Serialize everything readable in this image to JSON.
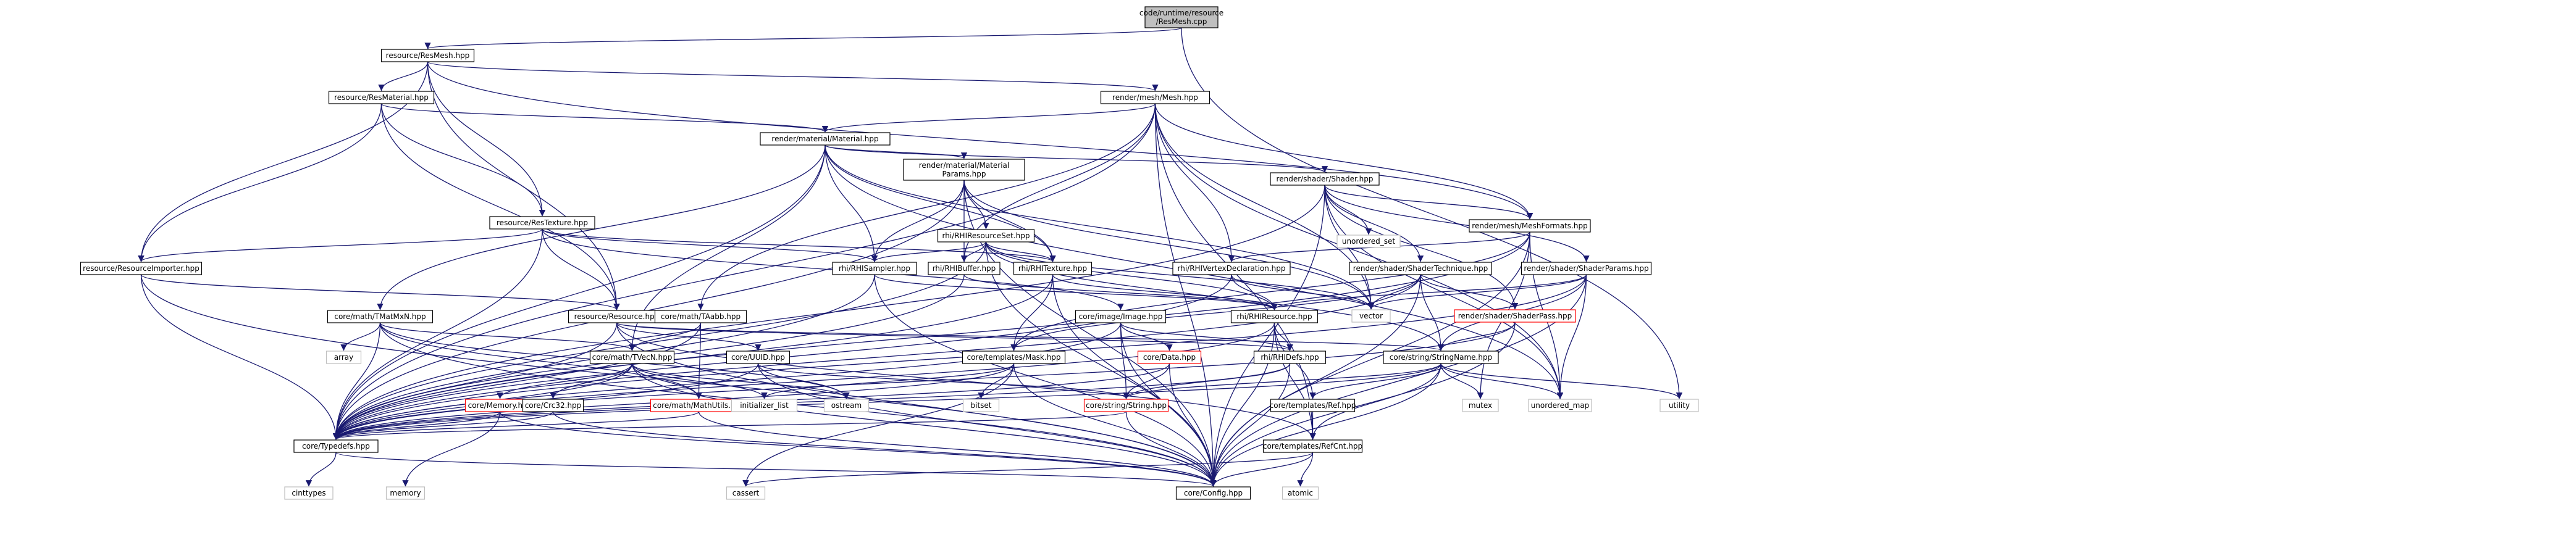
{
  "colors": {
    "edge": "#191970",
    "node_border": "#000000",
    "node_fill": "#ffffff",
    "root_fill": "#bfbfbf",
    "missing_border": "#bfbfbf",
    "red_border": "#ff0000"
  },
  "nodes": {
    "root": {
      "lines": [
        "code/runtime/resource",
        "/ResMesh.cpp"
      ],
      "style": "root"
    },
    "resmesh": {
      "lines": [
        "resource/ResMesh.hpp"
      ],
      "style": "normal"
    },
    "resmaterial": {
      "lines": [
        "resource/ResMaterial.hpp"
      ],
      "style": "normal"
    },
    "mesh": {
      "lines": [
        "render/mesh/Mesh.hpp"
      ],
      "style": "normal"
    },
    "material": {
      "lines": [
        "render/material/Material.hpp"
      ],
      "style": "normal"
    },
    "restexture": {
      "lines": [
        "resource/ResTexture.hpp"
      ],
      "style": "normal"
    },
    "matparams": {
      "lines": [
        "render/material/Material",
        "Params.hpp"
      ],
      "style": "normal"
    },
    "shader": {
      "lines": [
        "render/shader/Shader.hpp"
      ],
      "style": "normal"
    },
    "unordered_set": {
      "lines": [
        "unordered_set"
      ],
      "style": "missing"
    },
    "meshformats": {
      "lines": [
        "render/mesh/MeshFormats.hpp"
      ],
      "style": "normal"
    },
    "rhiresset": {
      "lines": [
        "rhi/RHIResourceSet.hpp"
      ],
      "style": "normal"
    },
    "resimporter": {
      "lines": [
        "resource/ResourceImporter.hpp"
      ],
      "style": "normal"
    },
    "rhisampler": {
      "lines": [
        "rhi/RHISampler.hpp"
      ],
      "style": "normal"
    },
    "rhibuffer": {
      "lines": [
        "rhi/RHIBuffer.hpp"
      ],
      "style": "normal"
    },
    "rhitexture": {
      "lines": [
        "rhi/RHITexture.hpp"
      ],
      "style": "normal"
    },
    "rhivertexdecl": {
      "lines": [
        "rhi/RHIVertexDeclaration.hpp"
      ],
      "style": "normal"
    },
    "shadertech": {
      "lines": [
        "render/shader/ShaderTechnique.hpp"
      ],
      "style": "normal"
    },
    "shaderparams": {
      "lines": [
        "render/shader/ShaderParams.hpp"
      ],
      "style": "normal"
    },
    "vector": {
      "lines": [
        "vector"
      ],
      "style": "missing"
    },
    "shaderpass": {
      "lines": [
        "render/shader/ShaderPass.hpp"
      ],
      "style": "red"
    },
    "tmatmn": {
      "lines": [
        "core/math/TMatMxN.hpp"
      ],
      "style": "normal"
    },
    "resource": {
      "lines": [
        "resource/Resource.hpp"
      ],
      "style": "normal"
    },
    "taabb": {
      "lines": [
        "core/math/TAabb.hpp"
      ],
      "style": "normal"
    },
    "image": {
      "lines": [
        "core/image/Image.hpp"
      ],
      "style": "normal"
    },
    "rhiresource": {
      "lines": [
        "rhi/RHIResource.hpp"
      ],
      "style": "normal"
    },
    "array": {
      "lines": [
        "array"
      ],
      "style": "missing"
    },
    "tvecn": {
      "lines": [
        "core/math/TVecN.hpp"
      ],
      "style": "normal"
    },
    "uuid": {
      "lines": [
        "core/UUID.hpp"
      ],
      "style": "normal"
    },
    "mask": {
      "lines": [
        "core/templates/Mask.hpp"
      ],
      "style": "normal"
    },
    "data": {
      "lines": [
        "core/Data.hpp"
      ],
      "style": "red"
    },
    "rhidefs": {
      "lines": [
        "rhi/RHIDefs.hpp"
      ],
      "style": "normal"
    },
    "stringname": {
      "lines": [
        "core/string/StringName.hpp"
      ],
      "style": "normal"
    },
    "memory_hpp": {
      "lines": [
        "core/Memory.hpp"
      ],
      "style": "red"
    },
    "crc32": {
      "lines": [
        "core/Crc32.hpp"
      ],
      "style": "normal"
    },
    "mathutils": {
      "lines": [
        "core/math/MathUtils.hpp"
      ],
      "style": "red"
    },
    "initializer_list": {
      "lines": [
        "initializer_list"
      ],
      "style": "missing"
    },
    "ostream": {
      "lines": [
        "ostream"
      ],
      "style": "missing"
    },
    "bitset": {
      "lines": [
        "bitset"
      ],
      "style": "missing"
    },
    "string": {
      "lines": [
        "core/string/String.hpp"
      ],
      "style": "red"
    },
    "ref": {
      "lines": [
        "core/templates/Ref.hpp"
      ],
      "style": "normal"
    },
    "mutex": {
      "lines": [
        "mutex"
      ],
      "style": "missing"
    },
    "unordered_map": {
      "lines": [
        "unordered_map"
      ],
      "style": "missing"
    },
    "utility": {
      "lines": [
        "utility"
      ],
      "style": "missing"
    },
    "typedefs": {
      "lines": [
        "core/Typedefs.hpp"
      ],
      "style": "normal"
    },
    "refcnt": {
      "lines": [
        "core/templates/RefCnt.hpp"
      ],
      "style": "normal"
    },
    "cinttypes": {
      "lines": [
        "cinttypes"
      ],
      "style": "missing"
    },
    "memory_std": {
      "lines": [
        "memory"
      ],
      "style": "missing"
    },
    "cassert": {
      "lines": [
        "cassert"
      ],
      "style": "missing"
    },
    "config": {
      "lines": [
        "core/Config.hpp"
      ],
      "style": "normal"
    },
    "atomic": {
      "lines": [
        "atomic"
      ],
      "style": "missing"
    }
  },
  "edges": [
    [
      "root",
      "resmesh"
    ],
    [
      "root",
      "utility"
    ],
    [
      "resmesh",
      "resmaterial"
    ],
    [
      "resmesh",
      "mesh"
    ],
    [
      "resmesh",
      "restexture"
    ],
    [
      "resmesh",
      "resimporter"
    ],
    [
      "resmesh",
      "resource"
    ],
    [
      "resmesh",
      "meshformats"
    ],
    [
      "resmaterial",
      "material"
    ],
    [
      "resmaterial",
      "restexture"
    ],
    [
      "resmaterial",
      "resimporter"
    ],
    [
      "resmaterial",
      "resource"
    ],
    [
      "mesh",
      "material"
    ],
    [
      "mesh",
      "meshformats"
    ],
    [
      "mesh",
      "rhivertexdecl"
    ],
    [
      "mesh",
      "rhibuffer"
    ],
    [
      "mesh",
      "taabb"
    ],
    [
      "mesh",
      "vector"
    ],
    [
      "mesh",
      "unordered_map"
    ],
    [
      "mesh",
      "refcnt"
    ],
    [
      "mesh",
      "typedefs"
    ],
    [
      "mesh",
      "config"
    ],
    [
      "material",
      "matparams"
    ],
    [
      "material",
      "shader"
    ],
    [
      "material",
      "rhitexture"
    ],
    [
      "material",
      "rhisampler"
    ],
    [
      "material",
      "tmatmn"
    ],
    [
      "material",
      "tvecn"
    ],
    [
      "material",
      "vector"
    ],
    [
      "material",
      "unordered_map"
    ],
    [
      "material",
      "typedefs"
    ],
    [
      "restexture",
      "rhitexture"
    ],
    [
      "restexture",
      "rhisampler"
    ],
    [
      "restexture",
      "resimporter"
    ],
    [
      "restexture",
      "resource"
    ],
    [
      "restexture",
      "image"
    ],
    [
      "restexture",
      "typedefs"
    ],
    [
      "matparams",
      "rhiresset"
    ],
    [
      "matparams",
      "rhibuffer"
    ],
    [
      "matparams",
      "rhitexture"
    ],
    [
      "matparams",
      "rhisampler"
    ],
    [
      "matparams",
      "vector"
    ],
    [
      "matparams",
      "config"
    ],
    [
      "matparams",
      "typedefs"
    ],
    [
      "shader",
      "unordered_set"
    ],
    [
      "shader",
      "meshformats"
    ],
    [
      "shader",
      "shadertech"
    ],
    [
      "shader",
      "shaderparams"
    ],
    [
      "shader",
      "shaderpass"
    ],
    [
      "shader",
      "vector"
    ],
    [
      "shader",
      "unordered_map"
    ],
    [
      "shader",
      "config"
    ],
    [
      "shader",
      "typedefs"
    ],
    [
      "meshformats",
      "rhivertexdecl"
    ],
    [
      "meshformats",
      "mask"
    ],
    [
      "meshformats",
      "mutex"
    ],
    [
      "meshformats",
      "unordered_map"
    ],
    [
      "meshformats",
      "typedefs"
    ],
    [
      "meshformats",
      "config"
    ],
    [
      "rhiresset",
      "rhisampler"
    ],
    [
      "rhiresset",
      "rhibuffer"
    ],
    [
      "rhiresset",
      "rhitexture"
    ],
    [
      "rhiresset",
      "rhiresource"
    ],
    [
      "rhiresset",
      "stringname"
    ],
    [
      "rhiresset",
      "vector"
    ],
    [
      "rhiresset",
      "typedefs"
    ],
    [
      "rhiresset",
      "config"
    ],
    [
      "resimporter",
      "resource"
    ],
    [
      "resimporter",
      "typedefs"
    ],
    [
      "resimporter",
      "config"
    ],
    [
      "rhisampler",
      "rhiresource"
    ],
    [
      "rhisampler",
      "typedefs"
    ],
    [
      "rhisampler",
      "config"
    ],
    [
      "rhibuffer",
      "rhiresource"
    ],
    [
      "rhibuffer",
      "typedefs"
    ],
    [
      "rhitexture",
      "rhiresource"
    ],
    [
      "rhitexture",
      "mask"
    ],
    [
      "rhitexture",
      "typedefs"
    ],
    [
      "rhitexture",
      "config"
    ],
    [
      "rhivertexdecl",
      "rhiresource"
    ],
    [
      "rhivertexdecl",
      "vector"
    ],
    [
      "rhivertexdecl",
      "typedefs"
    ],
    [
      "shadertech",
      "shaderpass"
    ],
    [
      "shadertech",
      "stringname"
    ],
    [
      "shadertech",
      "vector"
    ],
    [
      "shadertech",
      "mask"
    ],
    [
      "shadertech",
      "typedefs"
    ],
    [
      "shadertech",
      "config"
    ],
    [
      "shaderparams",
      "stringname"
    ],
    [
      "shaderparams",
      "rhiresource"
    ],
    [
      "shaderparams",
      "vector"
    ],
    [
      "shaderparams",
      "unordered_map"
    ],
    [
      "shaderparams",
      "config"
    ],
    [
      "shaderparams",
      "typedefs"
    ],
    [
      "shaderpass",
      "stringname"
    ],
    [
      "shaderpass",
      "typedefs"
    ],
    [
      "shaderpass",
      "config"
    ],
    [
      "tmatmn",
      "tvecn"
    ],
    [
      "tmatmn",
      "array"
    ],
    [
      "tmatmn",
      "mathutils"
    ],
    [
      "tmatmn",
      "ostream"
    ],
    [
      "tmatmn",
      "typedefs"
    ],
    [
      "tmatmn",
      "config"
    ],
    [
      "resource",
      "uuid"
    ],
    [
      "resource",
      "stringname"
    ],
    [
      "resource",
      "rhidefs"
    ],
    [
      "resource",
      "refcnt"
    ],
    [
      "resource",
      "typedefs"
    ],
    [
      "resource",
      "config"
    ],
    [
      "taabb",
      "tvecn"
    ],
    [
      "taabb",
      "mathutils"
    ],
    [
      "taabb",
      "typedefs"
    ],
    [
      "image",
      "data"
    ],
    [
      "image",
      "rhidefs"
    ],
    [
      "image",
      "string"
    ],
    [
      "image",
      "typedefs"
    ],
    [
      "image",
      "config"
    ],
    [
      "rhiresource",
      "rhidefs"
    ],
    [
      "rhiresource",
      "ref"
    ],
    [
      "rhiresource",
      "refcnt"
    ],
    [
      "rhiresource",
      "typedefs"
    ],
    [
      "rhiresource",
      "config"
    ],
    [
      "tvecn",
      "memory_hpp"
    ],
    [
      "tvecn",
      "crc32"
    ],
    [
      "tvecn",
      "mathutils"
    ],
    [
      "tvecn",
      "initializer_list"
    ],
    [
      "tvecn",
      "ostream"
    ],
    [
      "tvecn",
      "typedefs"
    ],
    [
      "tvecn",
      "config"
    ],
    [
      "uuid",
      "string"
    ],
    [
      "uuid",
      "ostream"
    ],
    [
      "uuid",
      "typedefs"
    ],
    [
      "uuid",
      "config"
    ],
    [
      "mask",
      "bitset"
    ],
    [
      "mask",
      "initializer_list"
    ],
    [
      "mask",
      "cassert"
    ],
    [
      "mask",
      "typedefs"
    ],
    [
      "mask",
      "config"
    ],
    [
      "data",
      "string"
    ],
    [
      "data",
      "typedefs"
    ],
    [
      "data",
      "config"
    ],
    [
      "rhidefs",
      "string"
    ],
    [
      "rhidefs",
      "typedefs"
    ],
    [
      "rhidefs",
      "config"
    ],
    [
      "stringname",
      "string"
    ],
    [
      "stringname",
      "ref"
    ],
    [
      "stringname",
      "refcnt"
    ],
    [
      "stringname",
      "mutex"
    ],
    [
      "stringname",
      "unordered_map"
    ],
    [
      "stringname",
      "utility"
    ],
    [
      "stringname",
      "typedefs"
    ],
    [
      "stringname",
      "config"
    ],
    [
      "memory_hpp",
      "typedefs"
    ],
    [
      "memory_hpp",
      "memory_std"
    ],
    [
      "memory_hpp",
      "config"
    ],
    [
      "crc32",
      "typedefs"
    ],
    [
      "crc32",
      "config"
    ],
    [
      "mathutils",
      "typedefs"
    ],
    [
      "mathutils",
      "config"
    ],
    [
      "string",
      "typedefs"
    ],
    [
      "string",
      "config"
    ],
    [
      "ref",
      "refcnt"
    ],
    [
      "typedefs",
      "cinttypes"
    ],
    [
      "typedefs",
      "config"
    ],
    [
      "refcnt",
      "atomic"
    ],
    [
      "refcnt",
      "cassert"
    ],
    [
      "refcnt",
      "config"
    ]
  ]
}
